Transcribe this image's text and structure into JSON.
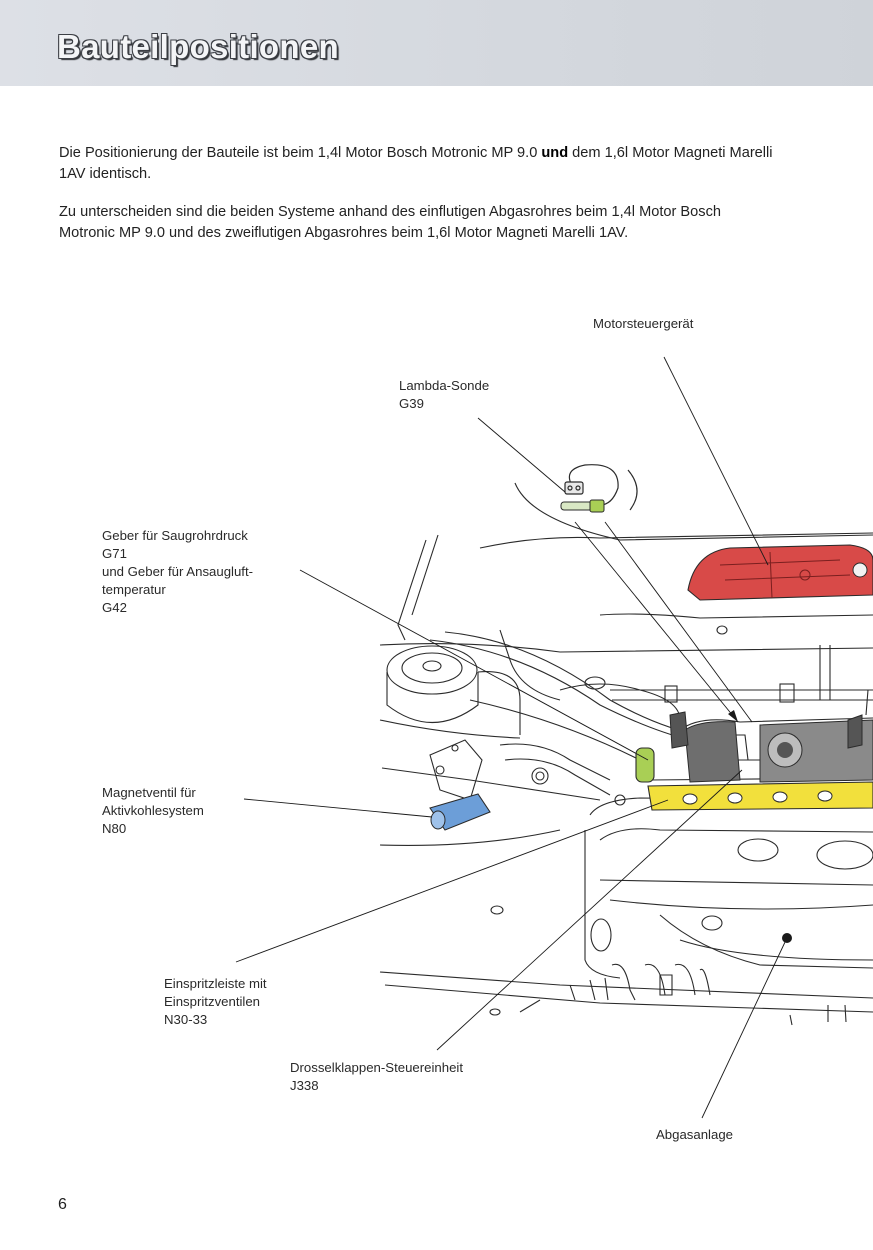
{
  "header": {
    "title": "Bauteilpositionen"
  },
  "intro": {
    "p1_a": "Die Positionierung der Bauteile ist beim 1,4l Motor Bosch Motronic MP 9.0 ",
    "p1_bold": "und",
    "p1_b": " dem 1,6l Motor Magneti Marelli 1AV identisch.",
    "p2": "Zu unterscheiden sind die beiden Systeme anhand des einflutigen Abgasrohres beim 1,4l Motor Bosch Motronic MP 9.0 und des zweiflutigen Abgasrohres beim 1,6l Motor Magneti Marelli 1AV."
  },
  "labels": {
    "motorsteuergeraet": {
      "line1": "Motorsteuergerät"
    },
    "lambda": {
      "line1": "Lambda-Sonde",
      "line2": "G39"
    },
    "geber": {
      "line1": "Geber für Saugrohrdruck",
      "line2": "G71",
      "line3": "und Geber für Ansaugluft-",
      "line4": "temperatur",
      "line5": "G42"
    },
    "magnetventil": {
      "line1": "Magnetventil für",
      "line2": "Aktivkohlesystem",
      "line3": "N80"
    },
    "einspritzleiste": {
      "line1": "Einspritzleiste mit",
      "line2": "Einspritzventilen",
      "line3": "N30-33"
    },
    "drossel": {
      "line1": "Drosselklappen-Steuereinheit",
      "line2": "J338"
    },
    "abgas": {
      "line1": "Abgasanlage"
    }
  },
  "colors": {
    "control_unit_red": "#d84a48",
    "fuel_rail_yellow": "#f2e03c",
    "valve_blue": "#6c9ed8",
    "sensor_green": "#a9cf55"
  },
  "footer": {
    "page_number": "6"
  }
}
